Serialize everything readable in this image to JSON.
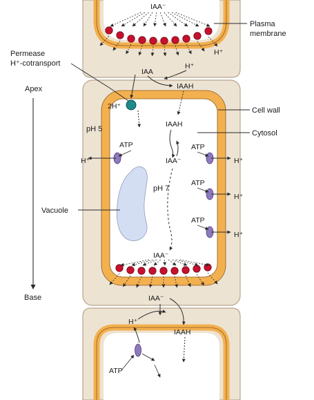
{
  "colors": {
    "cell_wall": "#ede3d3",
    "wall_edge": "#b7a48c",
    "membrane": "#f3b04f",
    "membrane_edge": "#8a5a1e",
    "cytosol": "#ffffff",
    "vacuole": "#d4def3",
    "efflux_carrier": "#c8102e",
    "atpase": "#8e79bd",
    "permease": "#1f8a8a",
    "arrow": "#2a2a2a"
  },
  "labels": {
    "plasma_membrane": [
      "Plasma",
      "membrane"
    ],
    "permease": [
      "Permease",
      "H⁺-cotransport"
    ],
    "apex": "Apex",
    "base": "Base",
    "cell_wall": "Cell wall",
    "cytosol": "Cytosol",
    "vacuole": "Vacuole",
    "ph5": "pH 5",
    "ph7": "pH 7",
    "two_h": "2H⁺",
    "iaa": "IAA",
    "iaa_minus": "IAA⁻",
    "iaah": "IAAH",
    "h_plus": "H⁺",
    "atp": "ATP"
  },
  "icons": [
    "auxin-efflux-carrier-icon",
    "proton-atpase-icon",
    "permease-icon",
    "flow-arrow-icon"
  ]
}
